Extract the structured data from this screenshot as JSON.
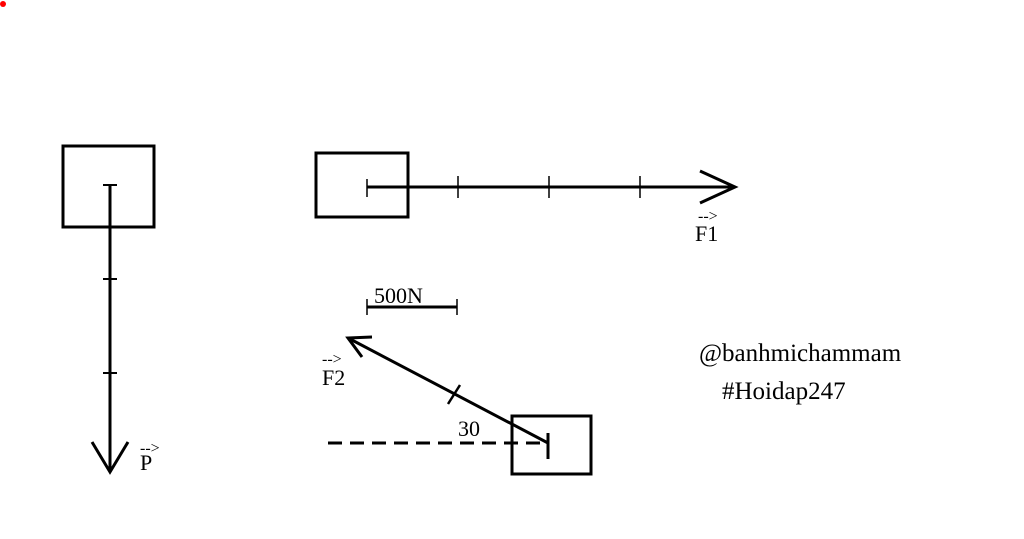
{
  "diagram": {
    "labels": {
      "p": "P",
      "f1": "F1",
      "f2": "F2",
      "scale": "500N",
      "angle": "30"
    },
    "vector_overlay": "-->",
    "credits": {
      "author": "@banhmichammam",
      "hashtag": "#Hoidap247"
    },
    "colors": {
      "stroke": "#000000",
      "dot": "#ff0000",
      "background": "#ffffff"
    }
  }
}
